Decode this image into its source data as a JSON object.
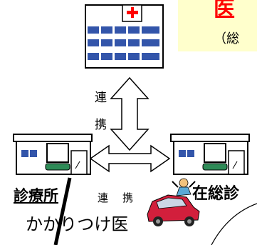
{
  "header": {
    "title_fragment": "医",
    "subtitle_fragment": "（総"
  },
  "links": {
    "vertical": [
      "連",
      "携"
    ],
    "horizontal": [
      "連",
      "携"
    ]
  },
  "clinic": {
    "label": "診療所",
    "sublabel": "かかりつけ医"
  },
  "home_care": {
    "label": "在総診"
  },
  "colors": {
    "title": "#ff0000",
    "highlight": "#ffffcc",
    "building_window": "#3355aa",
    "building_wall": "#ffffff",
    "hedge": "#2e8b57",
    "cross": "#ff0000",
    "car": "#d21f3c"
  }
}
